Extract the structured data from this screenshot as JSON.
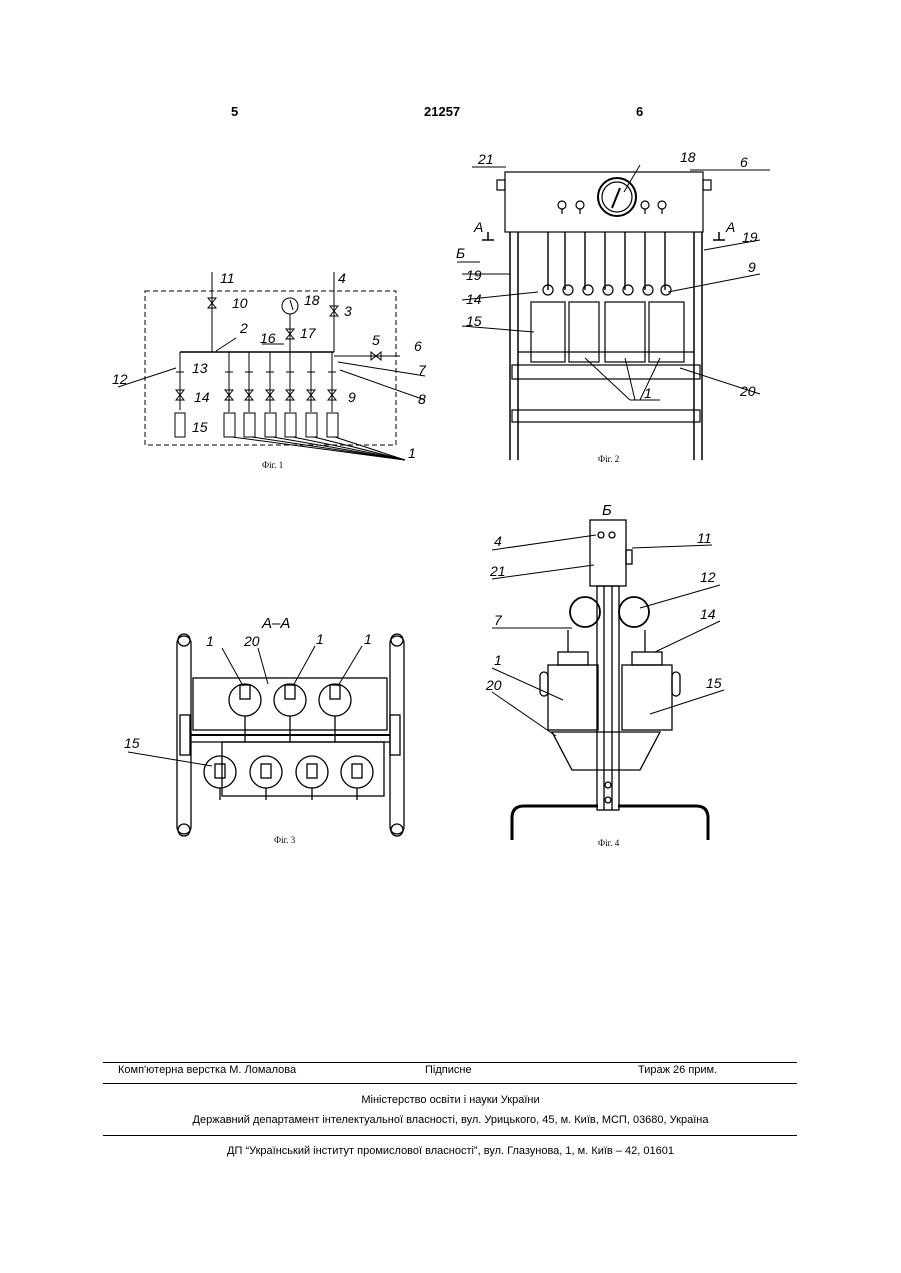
{
  "header": {
    "left_page": "5",
    "doc_number": "21257",
    "right_page": "6"
  },
  "fig1": {
    "caption": "Фіг. 1",
    "labels": [
      "11",
      "10",
      "4",
      "3",
      "18",
      "17",
      "2",
      "16",
      "5",
      "6",
      "13",
      "12",
      "7",
      "14",
      "9",
      "8",
      "15",
      "1"
    ]
  },
  "fig2": {
    "caption": "Фіг. 2",
    "labels": [
      "21",
      "18",
      "6",
      "А",
      "А",
      "19",
      "Б",
      "19",
      "14",
      "9",
      "15",
      "20",
      "1"
    ]
  },
  "fig3": {
    "caption": "Фіг. 3",
    "section": "А–А",
    "labels": [
      "1",
      "20",
      "1",
      "1",
      "15"
    ]
  },
  "fig4": {
    "caption": "Фіг. 4",
    "view": "Б",
    "labels": [
      "4",
      "11",
      "21",
      "12",
      "7",
      "14",
      "1",
      "15",
      "20"
    ]
  },
  "footer": {
    "typesetting": "Комп'ютерна верстка М. Ломалова",
    "signed": "Підписне",
    "print_run": "Тираж 26 прим.",
    "ministry": "Міністерство освіти і науки України",
    "department": "Державний департамент інтелектуальної власності, вул. Урицького, 45, м. Київ, МСП, 03680, Україна",
    "institute": "ДП “Український інститут промислової власності”, вул. Глазунова, 1, м. Київ – 42, 01601"
  }
}
